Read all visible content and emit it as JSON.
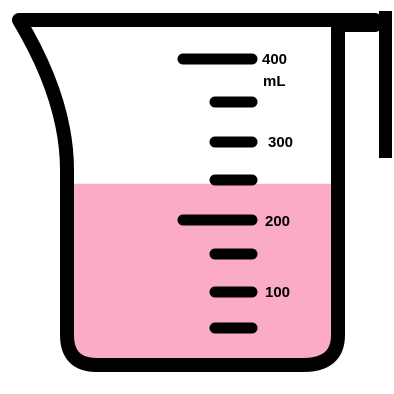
{
  "beaker": {
    "capacity_ml": 400,
    "fill_level_ml": 250,
    "unit": "mL",
    "liquid_color": "#fbabc6",
    "outline_color": "#000000",
    "background_color": "#ffffff"
  },
  "scale": {
    "labels": {
      "l400": "400",
      "unit": "mL",
      "l300": "300",
      "l200": "200",
      "l100": "100"
    }
  }
}
